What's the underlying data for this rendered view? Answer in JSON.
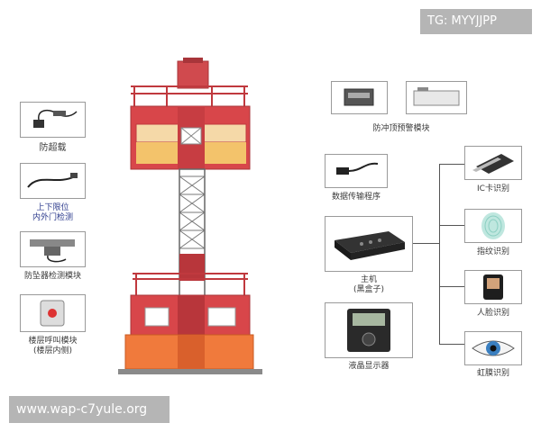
{
  "watermarks": {
    "top_right": "TG: MYYJJPP",
    "bottom_left": "www.wap-c7yule.org"
  },
  "left_modules": [
    {
      "label": "防超载"
    },
    {
      "label": "上下限位\n内外门检测"
    },
    {
      "label": "防坠器检测模块"
    },
    {
      "label": "楼层呼叫模块\n(楼层内侧)"
    }
  ],
  "right_top_module": {
    "label": "防冲顶预警模块"
  },
  "center_modules": [
    {
      "label": "数据传输程序"
    },
    {
      "label": "主机\n(黑盒子)"
    },
    {
      "label": "液晶显示器"
    }
  ],
  "id_modules": [
    {
      "label": "IC卡识别"
    },
    {
      "label": "指纹识别"
    },
    {
      "label": "人脸识别"
    },
    {
      "label": "虹膜识别"
    }
  ],
  "colors": {
    "tower_red": "#d8464a",
    "tower_dark": "#b03338",
    "cage_orange": "#f07a3c",
    "panel_yellow": "#f3c36b"
  }
}
